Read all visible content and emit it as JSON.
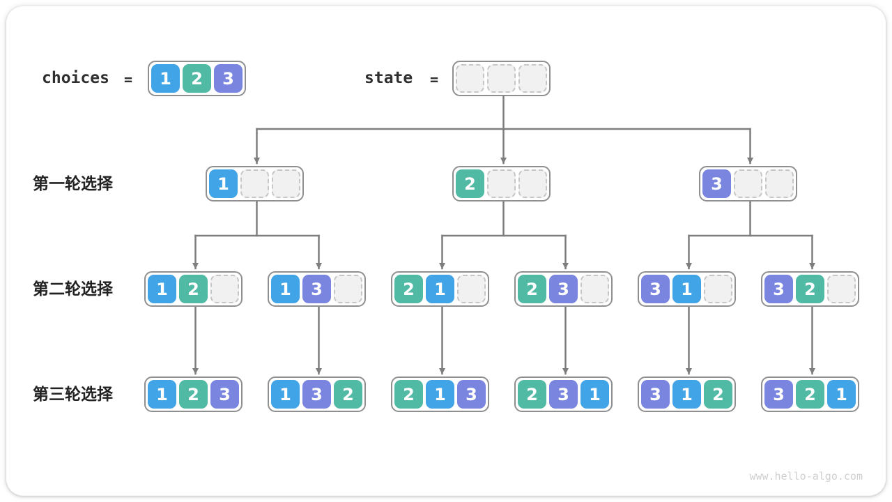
{
  "page": {
    "watermark": "www.hello-algo.com"
  },
  "colors": {
    "arrow": "#7e7e7e",
    "container_border": "#8f8f8f",
    "empty_fill": "#f1f1f1",
    "empty_border": "#c6c6c6",
    "values": {
      "1": "#41a4e6",
      "2": "#51baa5",
      "3": "#7a85df"
    }
  },
  "header": {
    "choices_label": "choices",
    "choices_equals": "=",
    "choices_values": [
      1,
      2,
      3
    ],
    "state_label": "state",
    "state_equals": "=",
    "state_values": [
      null,
      null,
      null
    ]
  },
  "rows": [
    {
      "label": "第一轮选择",
      "nodes": [
        [
          1,
          null,
          null
        ],
        [
          2,
          null,
          null
        ],
        [
          3,
          null,
          null
        ]
      ]
    },
    {
      "label": "第二轮选择",
      "nodes": [
        [
          1,
          2,
          null
        ],
        [
          1,
          3,
          null
        ],
        [
          2,
          1,
          null
        ],
        [
          2,
          3,
          null
        ],
        [
          3,
          1,
          null
        ],
        [
          3,
          2,
          null
        ]
      ]
    },
    {
      "label": "第三轮选择",
      "nodes": [
        [
          1,
          2,
          3
        ],
        [
          1,
          3,
          2
        ],
        [
          2,
          1,
          3
        ],
        [
          2,
          3,
          1
        ],
        [
          3,
          1,
          2
        ],
        [
          3,
          2,
          1
        ]
      ]
    }
  ]
}
